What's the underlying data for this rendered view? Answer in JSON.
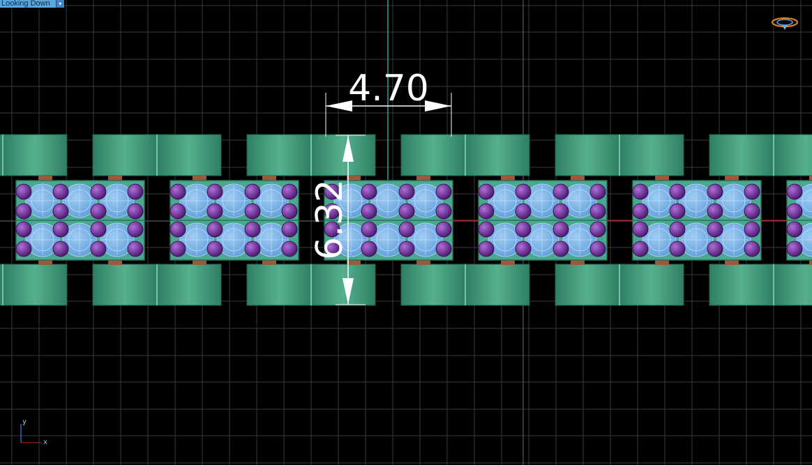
{
  "view_menu": {
    "label": "Looking Down",
    "arrow": "▾"
  },
  "dimensions": {
    "horizontal": "4.70",
    "vertical": "6.32"
  },
  "axes": {
    "x": "x",
    "y": "y"
  },
  "icons": {
    "view_cube": "orbit-ring-icon"
  },
  "colors": {
    "background": "#000000",
    "grid": "#3a3a3a",
    "grid_major": "#5a5a5a",
    "bar": "#3f9a78",
    "cell": "#4aa890",
    "sphere": "#7fb4f0",
    "atom": "#6a2a9a",
    "dimension": "#ffffff",
    "axis_cyan": "#3fc0c8",
    "axis_red": "#a01818"
  }
}
